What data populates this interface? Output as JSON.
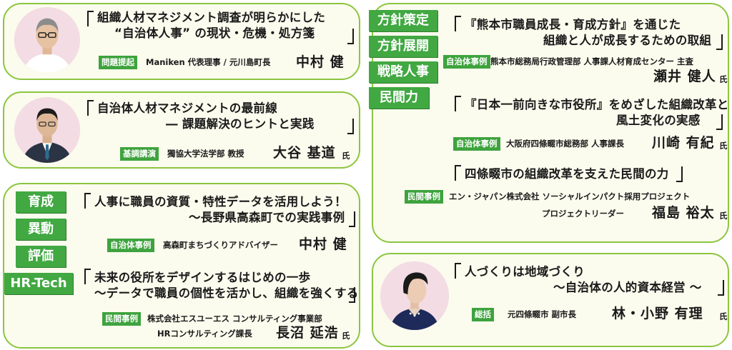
{
  "left_tags": [
    "育成",
    "異動",
    "評価",
    "HR-Tech"
  ],
  "right_tags": [
    "方針策定",
    "方針展開",
    "戦略人事",
    "民間力"
  ],
  "sessions": {
    "issue": {
      "title_line1": "組織人材マネジメント調査が明らかにした",
      "title_line2": "“自治体人事” の現状・危機・処方箋",
      "badge": "問題提起",
      "org": "Maniken 代表理事 / 元川島町長",
      "name": "中村 健"
    },
    "keynote": {
      "title_line1": "自治体人材マネジメントの最前線",
      "title_line2": "― 課題解決のヒントと実践",
      "badge": "基調講演",
      "org": "獨協大学法学部 教授",
      "name": "大谷 基道",
      "honorific": "氏"
    },
    "case_takamori": {
      "title_line1": "人事に職員の資質・特性データを活用しよう！",
      "title_line2": "～長野県高森町での実践事例",
      "badge": "自治体事例",
      "org": "高森町まちづくりアドバイザー",
      "name": "中村 健"
    },
    "case_ssuees": {
      "title_line1": "未来の役所をデザインするはじめの一歩",
      "title_line2": "～データで職員の個性を活かし、組織を強くする",
      "badge": "民間事例",
      "org_line1": "株式会社エスユーエス コンサルティング事業部",
      "org_line2": "HRコンサルティング課長",
      "name": "長沼 延浩",
      "honorific": "氏"
    },
    "case_kumamoto": {
      "title_line1": "『熊本市職員成長・育成方針』を通じた",
      "title_line2": "組織と人が成長するための取組",
      "badge": "自治体事例",
      "org": "熊本市総務局行政管理部 人事課人材育成センター 主査",
      "name": "瀬井 健人",
      "honorific": "氏"
    },
    "case_shijonawate": {
      "title_line1": "『日本一前向きな市役所』をめざした組織改革と",
      "title_line2": "風土変化の実感",
      "badge": "自治体事例",
      "org": "大阪府四條畷市総務部 人事課長",
      "name": "川崎 有紀",
      "honorific": "氏"
    },
    "case_enjapan": {
      "title_line1": "四條畷市の組織改革を支えた民間の力",
      "badge": "民間事例",
      "org_line1": "エン・ジャパン株式会社 ソーシャルインパクト採用プロジェクト",
      "org_line2": "プロジェクトリーダー",
      "name": "福島 裕太",
      "honorific": "氏"
    },
    "closing": {
      "title_line1": "人づくりは地域づくり",
      "title_line2": "～自治体の人的資本経営 ～",
      "badge": "総括",
      "org": "元四條畷市 副市長",
      "name": "林・小野 有理",
      "honorific": "氏"
    }
  }
}
